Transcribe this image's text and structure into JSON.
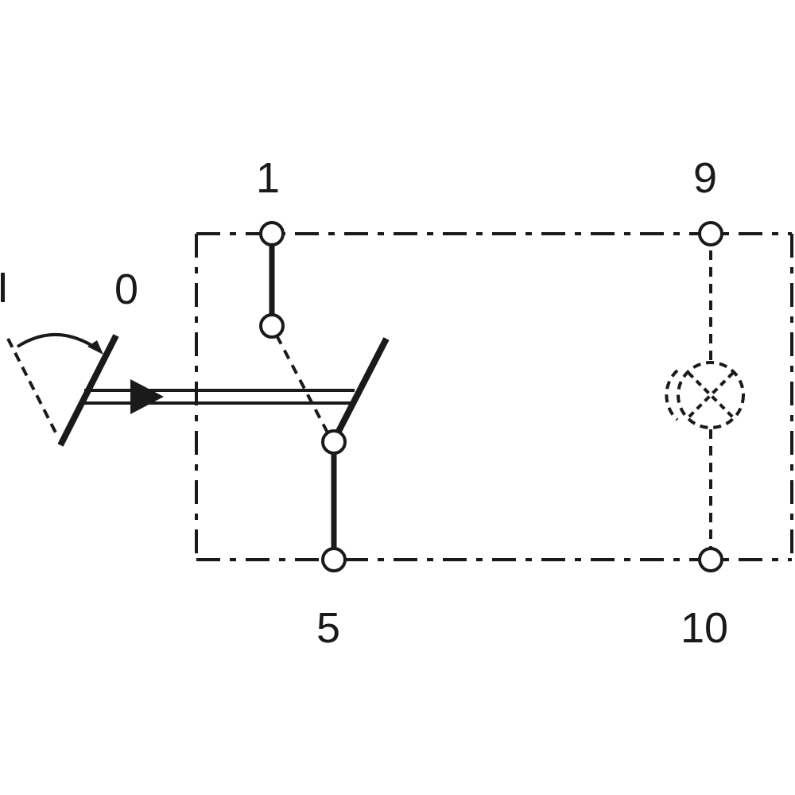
{
  "labels": {
    "position_on": "I",
    "position_off": "0",
    "terminal_1": "1",
    "terminal_9": "9",
    "terminal_5": "5",
    "terminal_10": "10"
  },
  "colors": {
    "line": "#1a1a1a",
    "background": "#ffffff"
  },
  "icons": {
    "indicator_lamp": "lamp-icon",
    "actuator_arrow": "arrow-icon"
  }
}
